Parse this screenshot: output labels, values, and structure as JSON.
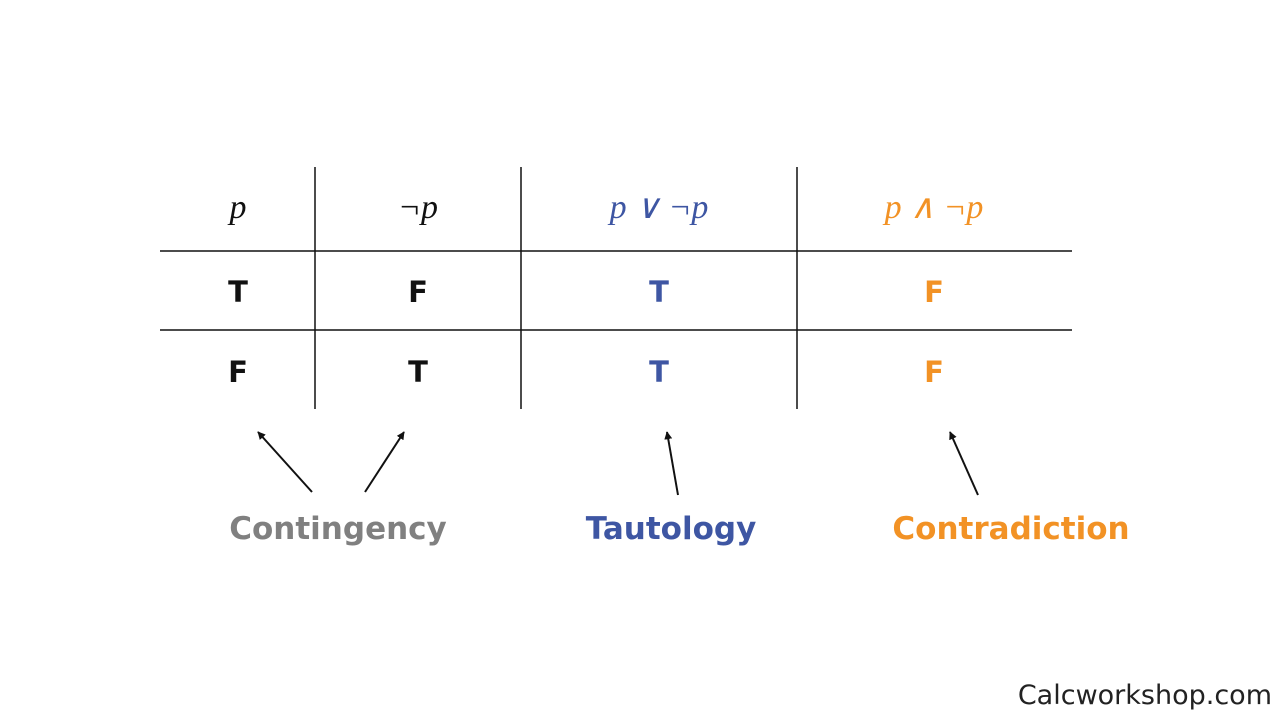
{
  "table": {
    "headers": [
      "p",
      "¬p",
      "p ∨ ¬p",
      "p ∧ ¬p"
    ],
    "rows": [
      [
        "T",
        "F",
        "T",
        "F"
      ],
      [
        "F",
        "T",
        "T",
        "F"
      ]
    ]
  },
  "labels": {
    "contingency": "Contingency",
    "tautology": "Tautology",
    "contradiction": "Contradiction"
  },
  "watermark": "Calcworkshop.com",
  "colors": {
    "black": "#111111",
    "blue": "#3e56a3",
    "orange": "#f29225",
    "gray": "#808080"
  }
}
